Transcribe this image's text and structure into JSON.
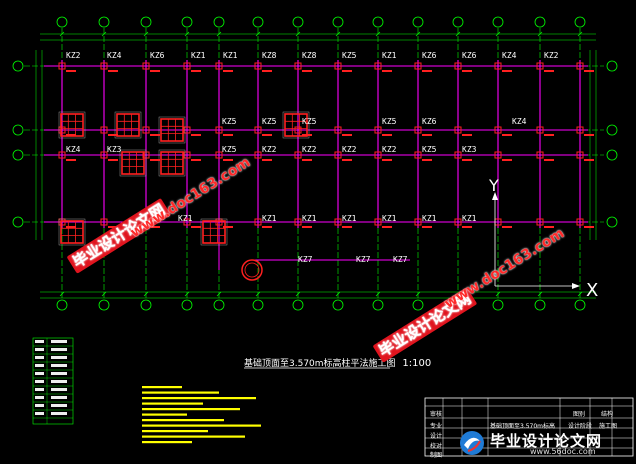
{
  "columns_top": [
    "KZ2",
    "KZ4",
    "KZ6",
    "KZ1",
    "KZ1",
    "KZ8",
    "KZ8",
    "KZ5",
    "KZ1",
    "KZ6",
    "KZ6",
    "KZ4",
    "KZ2"
  ],
  "columns_row2": [
    "KZ5",
    "KZ5",
    "KZ5",
    "KZ5",
    "KZ6",
    "KZ4"
  ],
  "columns_row3": [
    "KZ4",
    "KZ3",
    "KZ5",
    "KZ2",
    "KZ2",
    "KZ2",
    "KZ2",
    "KZ5",
    "KZ3"
  ],
  "columns_row4": [
    "KZ1",
    "KZ1",
    "KZ1",
    "KZ1",
    "KZ1",
    "KZ1",
    "KZ1"
  ],
  "columns_row5": [
    "KZ7",
    "KZ7",
    "KZ7"
  ],
  "plan_title": "基础顶面至3.570m标高柱平法施工图",
  "plan_scale": "1:100",
  "axis_x": "X",
  "axis_y": "Y",
  "title_block": {
    "drawing_name": "基础顶面至3.570m标高",
    "row_labels": [
      "专业",
      "审核",
      "设计",
      "校对",
      "制图"
    ],
    "right_labels": [
      "图别",
      "结构",
      "设计阶段",
      "施工图"
    ]
  },
  "watermark_cn": "毕业设计论文网",
  "watermark_url": "www.doc163.com",
  "logo": {
    "cn": "毕业设计论文网",
    "url": "www.56doc.com"
  },
  "colors": {
    "grid": "#00ff00",
    "beam": "#ff00ff",
    "column": "#ff2020",
    "text": "#ffffff",
    "dim": "#00ff00",
    "note": "#ffff00"
  }
}
